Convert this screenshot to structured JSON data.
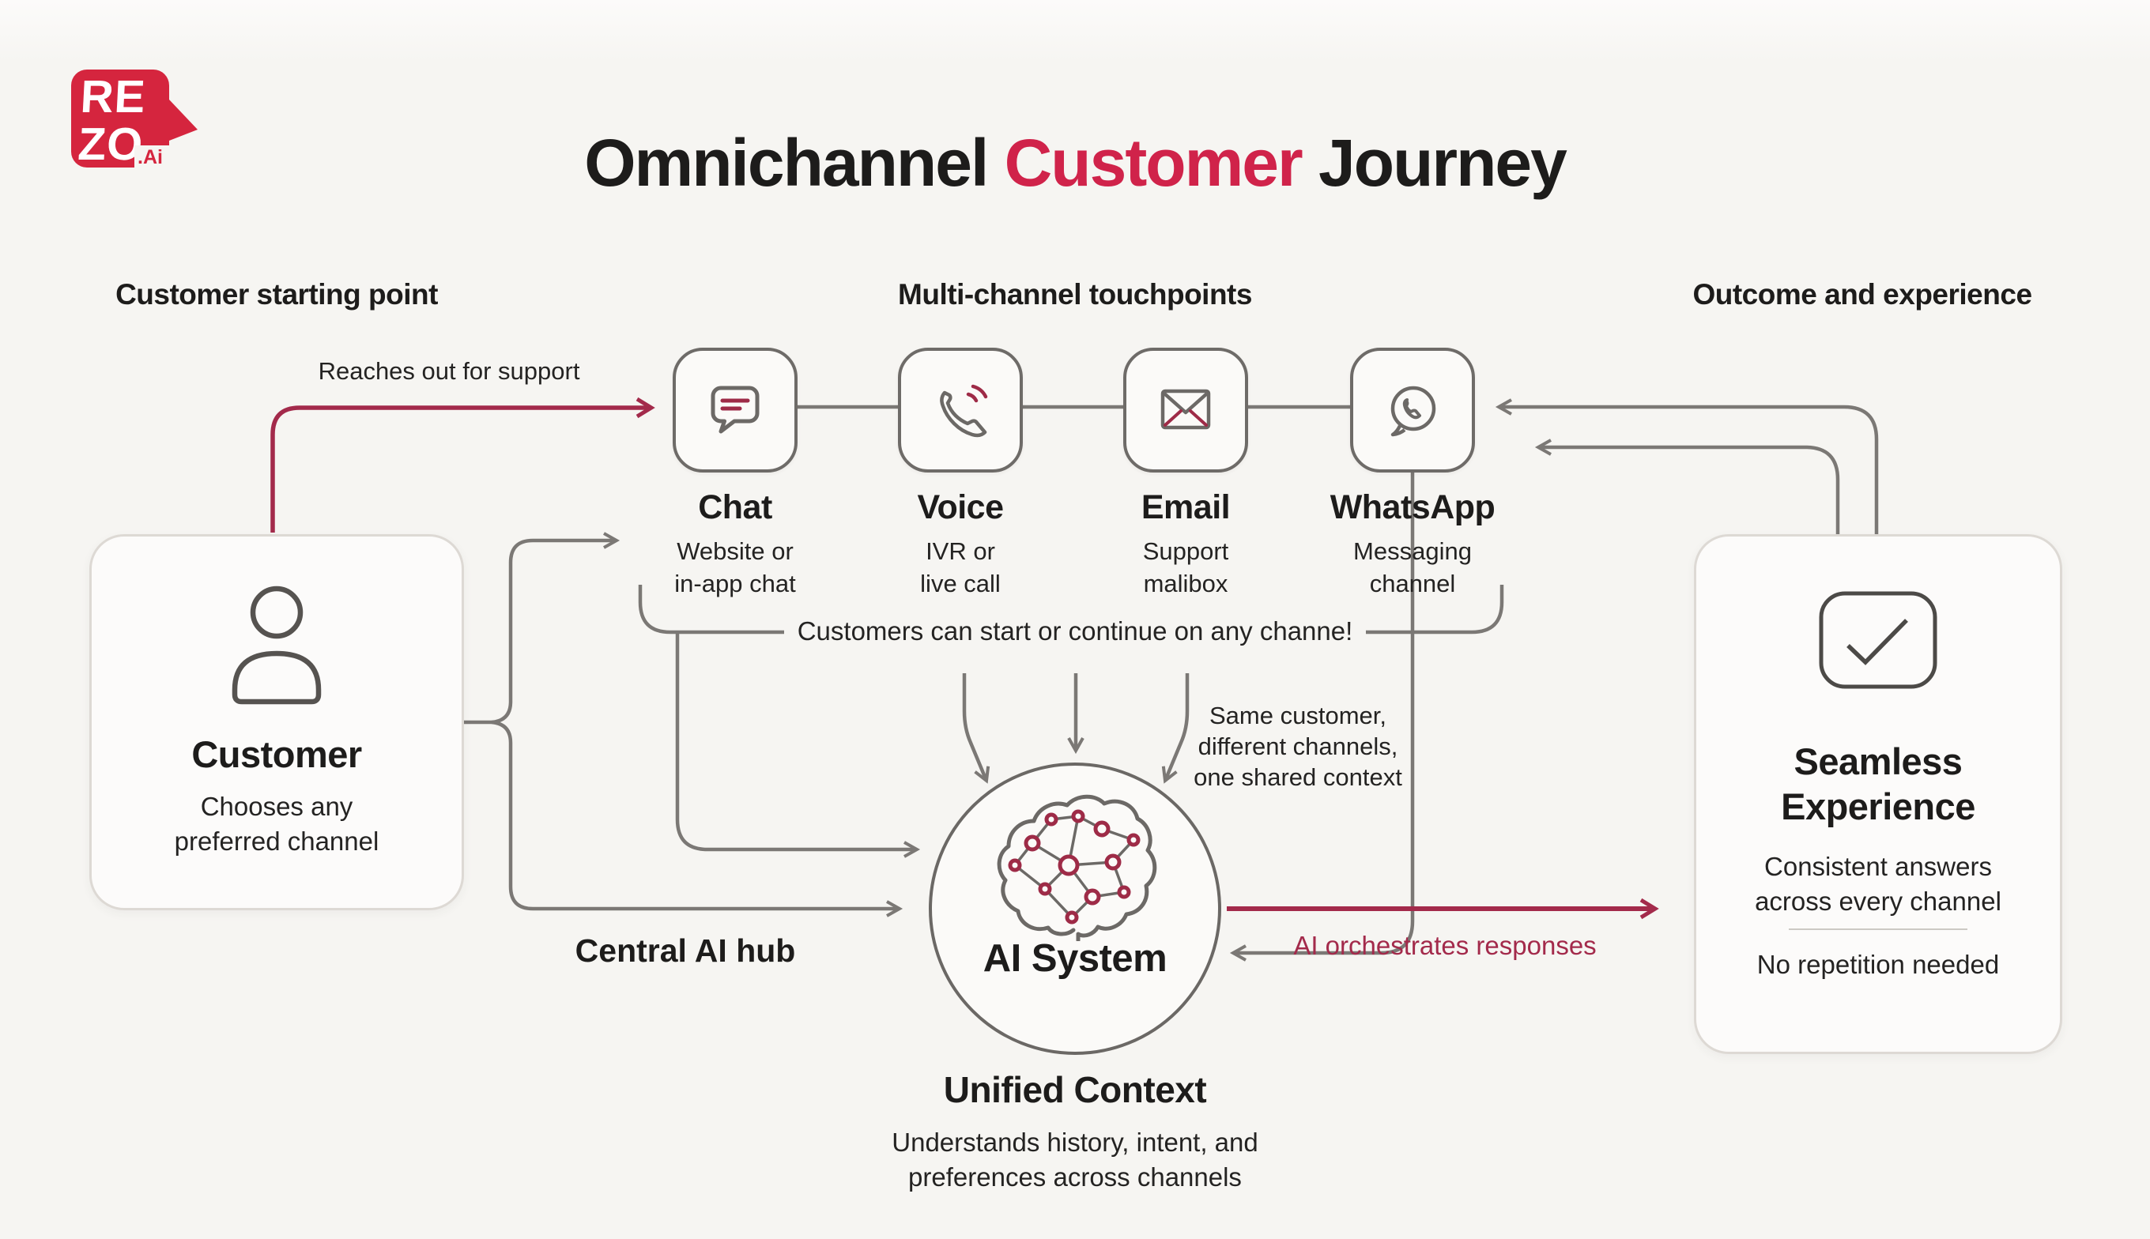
{
  "colors": {
    "accent_red": "#d0234a",
    "logo_red": "#d5253e",
    "arrow_red": "#a32a4b",
    "line_gray": "#7b7875",
    "ink": "#1d1c1b"
  },
  "logo": {
    "line1": "RE",
    "line2": "ZO.",
    "suffix": ".Ai"
  },
  "title": {
    "part1": "Omnichannel ",
    "highlight": "Customer",
    "part2": " Journey"
  },
  "section_headers": {
    "left": "Customer starting point",
    "center": "Multi-channel touchpoints",
    "right": "Outcome and experience"
  },
  "labels": {
    "reaches_out": "Reaches out for support",
    "banner": "Customers can start or continue on any channe!",
    "same_customer_lines": [
      "Same customer,",
      "different channels,",
      "one shared context"
    ],
    "central_hub": "Central AI hub",
    "orchestrates": "AI orchestrates responses"
  },
  "customer_box": {
    "title": "Customer",
    "subtitle_lines": [
      "Chooses any",
      "preferred channel"
    ]
  },
  "channels": [
    {
      "name": "Chat",
      "desc_lines": [
        "Website or",
        "in-app chat"
      ],
      "icon": "chat-bubble-icon"
    },
    {
      "name": "Voice",
      "desc_lines": [
        "IVR or",
        "live call"
      ],
      "icon": "phone-icon"
    },
    {
      "name": "Email",
      "desc_lines": [
        "Support",
        "malibox"
      ],
      "icon": "envelope-icon"
    },
    {
      "name": "WhatsApp",
      "desc_lines": [
        "Messaging",
        "channel"
      ],
      "icon": "whatsapp-icon"
    }
  ],
  "ai_system": {
    "label": "AI System",
    "caption_title": "Unified Context",
    "caption_lines": [
      "Understands history, intent, and",
      "preferences across channels"
    ]
  },
  "outcome_box": {
    "title_lines": [
      "Seamless",
      "Experience"
    ],
    "subtitle_lines": [
      "Consistent answers",
      "across every channel"
    ],
    "note": "No repetition needed"
  }
}
